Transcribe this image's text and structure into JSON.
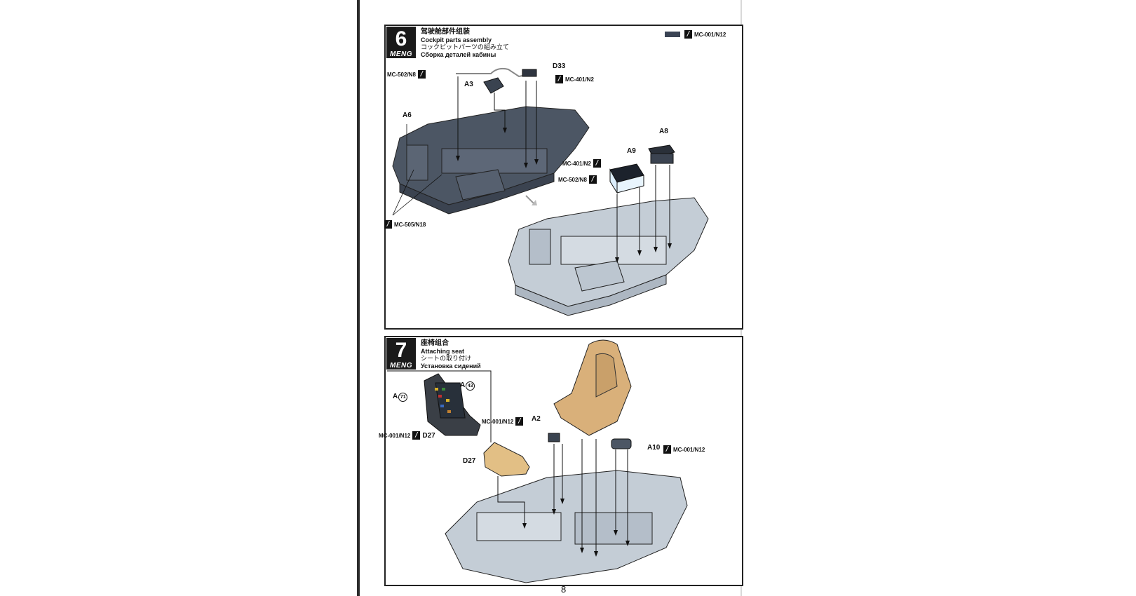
{
  "steps": [
    {
      "number": "6",
      "brand": "MENG",
      "title_zh": "驾驶舱部件组装",
      "title_en": "Cockpit parts assembly",
      "title_ja": "コックピットパーツの組み立て",
      "title_ru": "Сборка деталей кабины",
      "header_paint": "MC-001/N12",
      "labels": {
        "d33": "D33",
        "a3": "A3",
        "a6": "A6",
        "a8": "A8",
        "a9": "A9"
      },
      "paint_codes": {
        "wire": "MC-502/N8",
        "wire_clip": "MC-401/N2",
        "chassis": "MC-505/N18",
        "a9_top": "MC-401/N2",
        "a9_side": "MC-502/N8"
      }
    },
    {
      "number": "7",
      "brand": "MENG",
      "title_zh": "座椅组合",
      "title_en": "Attaching seat",
      "title_ja": "シートの取り付け",
      "title_ru": "Установка сидений",
      "inset": {
        "label_a71": "A",
        "num_a71": "71",
        "label_a43": "A",
        "num_a43": "43",
        "code": "MC-001/N12",
        "part": "D27"
      },
      "labels": {
        "a2": "A2",
        "d27": "D27",
        "a10": "A10"
      },
      "paint_codes": {
        "a2": "MC-001/N12",
        "a10": "MC-001/N12"
      }
    }
  ],
  "page_number": "8",
  "colors": {
    "dark_part": "#4c5664",
    "light_part": "#c4cdd6",
    "seat": "#d9b07a",
    "outline": "#222222"
  }
}
